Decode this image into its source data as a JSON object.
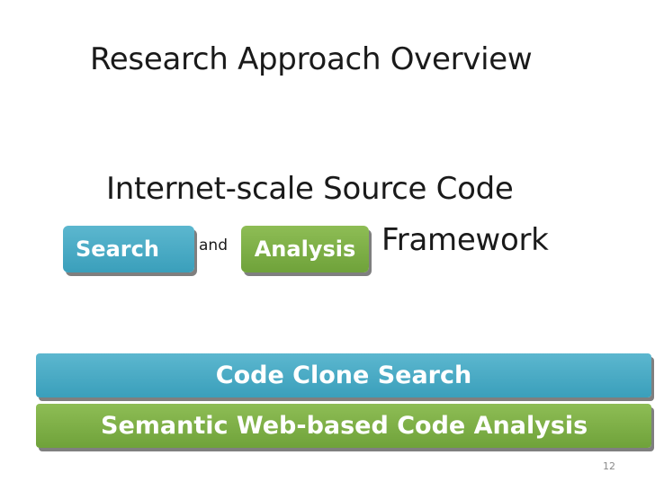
{
  "slide": {
    "title": "Research Approach Overview",
    "subtitle_line1": "Internet-scale Source Code",
    "chip_search": "Search",
    "connector": "and",
    "chip_analysis": "Analysis",
    "subtitle_tail": "Framework",
    "bar_top": "Code Clone Search",
    "bar_bottom": "Semantic Web-based Code Analysis",
    "page_number": "12"
  },
  "colors": {
    "blue": "#4aabc6",
    "green": "#7fb247",
    "text": "#1a1a1a"
  }
}
